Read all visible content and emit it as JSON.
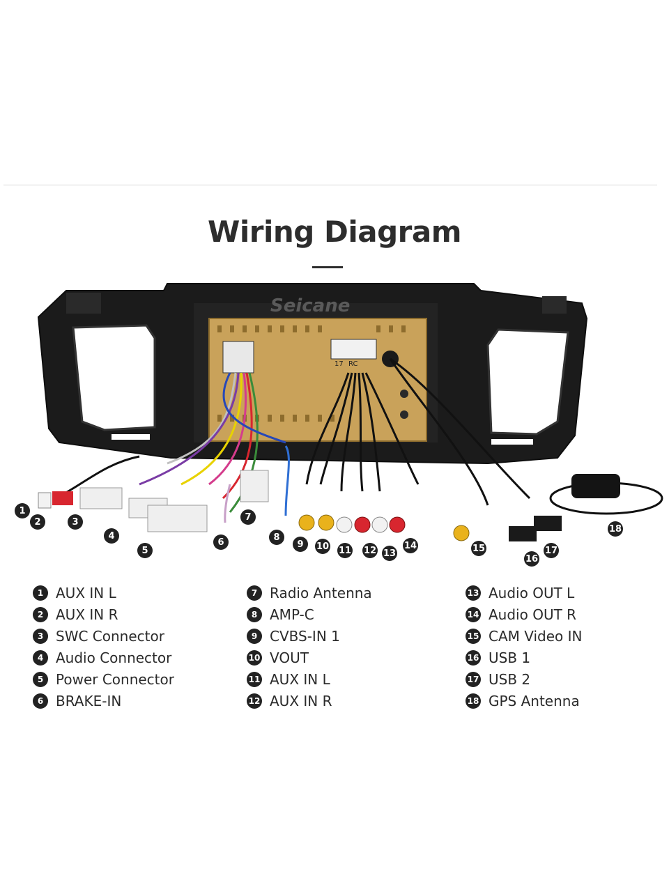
{
  "title": "Wiring Diagram",
  "brand_mark": "Seicane",
  "device_labels": {
    "label_a": "17",
    "label_b": "RC"
  },
  "callouts": [
    "1",
    "2",
    "3",
    "4",
    "5",
    "6",
    "7",
    "8",
    "9",
    "10",
    "11",
    "12",
    "13",
    "14",
    "15",
    "16",
    "17",
    "18"
  ],
  "legend": [
    {
      "num": "1",
      "label": "AUX IN L"
    },
    {
      "num": "2",
      "label": "AUX IN R"
    },
    {
      "num": "3",
      "label": "SWC Connector"
    },
    {
      "num": "4",
      "label": "Audio Connector"
    },
    {
      "num": "5",
      "label": "Power Connector"
    },
    {
      "num": "6",
      "label": "BRAKE-IN"
    },
    {
      "num": "7",
      "label": "Radio Antenna"
    },
    {
      "num": "8",
      "label": "AMP-C"
    },
    {
      "num": "9",
      "label": "CVBS-IN 1"
    },
    {
      "num": "10",
      "label": "VOUT"
    },
    {
      "num": "11",
      "label": "AUX IN L"
    },
    {
      "num": "12",
      "label": "AUX IN R"
    },
    {
      "num": "13",
      "label": "Audio OUT L"
    },
    {
      "num": "14",
      "label": "Audio OUT R"
    },
    {
      "num": "15",
      "label": "CAM Video IN"
    },
    {
      "num": "16",
      "label": "USB 1"
    },
    {
      "num": "17",
      "label": "USB 2"
    },
    {
      "num": "18",
      "label": "GPS Antenna"
    }
  ],
  "colors": {
    "frame": "#1b1b1b",
    "chassis": "#c9a25a",
    "rca_red": "#d8262f",
    "rca_white": "#f2f2f2",
    "rca_yellow": "#e9b21c",
    "badge": "#222222"
  }
}
